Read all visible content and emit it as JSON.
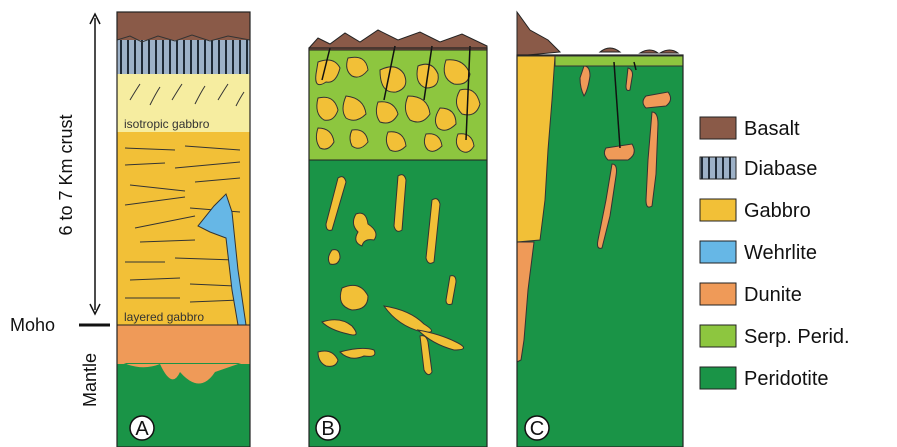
{
  "colors": {
    "basalt": "#8a5a48",
    "diabase": "#9db1c7",
    "gabbro": "#f2c037",
    "isotropic_gabbro": "#f6eda0",
    "wehrlite": "#66b7e6",
    "dunite": "#ef9a58",
    "serp_perid": "#8dc63f",
    "peridotite": "#1a9447",
    "outline": "#222222"
  },
  "labels": {
    "crust_span": "6 to 7 Km crust",
    "moho": "Moho",
    "mantle": "Mantle",
    "isotropic_gabbro": "isotropic gabbro",
    "layered_gabbro": "layered gabbro"
  },
  "panels": [
    {
      "letter": "A"
    },
    {
      "letter": "B"
    },
    {
      "letter": "C"
    }
  ],
  "legend": [
    {
      "label": "Basalt",
      "color": "#8a5a48",
      "icon": "basalt-swatch"
    },
    {
      "label": "Diabase",
      "color": "#9db1c7",
      "icon": "diabase-swatch"
    },
    {
      "label": "Gabbro",
      "color": "#f2c037",
      "icon": "gabbro-swatch"
    },
    {
      "label": "Wehrlite",
      "color": "#66b7e6",
      "icon": "wehrlite-swatch"
    },
    {
      "label": "Dunite",
      "color": "#ef9a58",
      "icon": "dunite-swatch"
    },
    {
      "label": "Serp. Perid.",
      "color": "#8dc63f",
      "icon": "serp-perid-swatch"
    },
    {
      "label": "Peridotite",
      "color": "#1a9447",
      "icon": "peridotite-swatch"
    }
  ]
}
